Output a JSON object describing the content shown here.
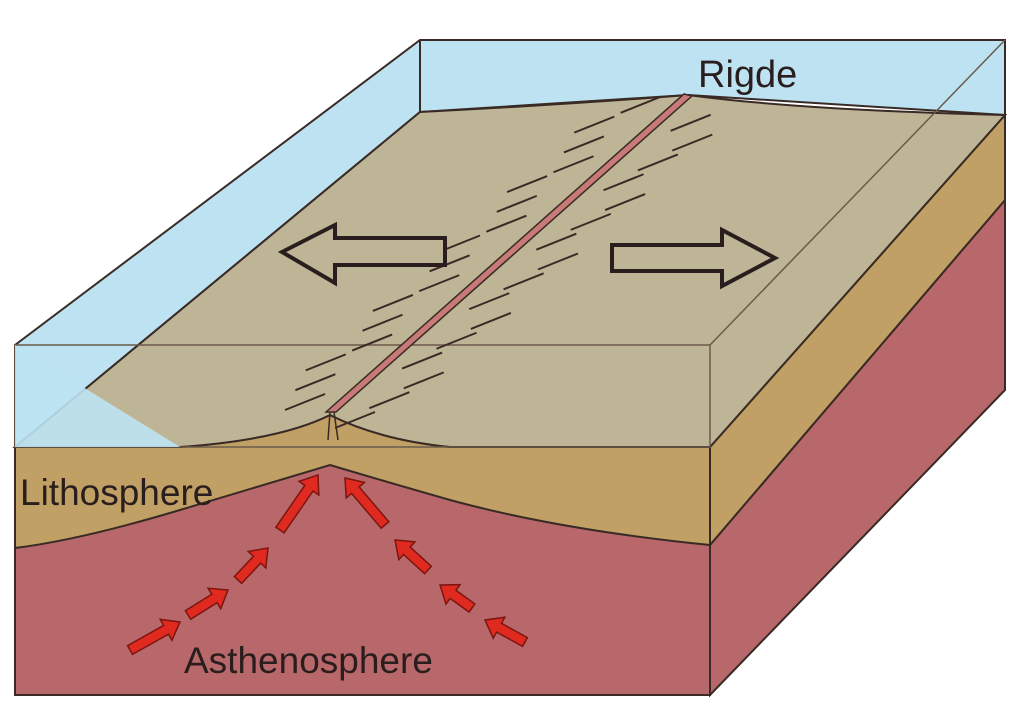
{
  "labels": {
    "ridge": "Rigde",
    "lithosphere": "Lithosphere",
    "asthenosphere": "Asthenosphere"
  },
  "colors": {
    "water": "#bde3f3",
    "crust_top": "#beb596",
    "lithosphere": "#c0a064",
    "asthenosphere": "#b8686a",
    "magma_arrow": "#e02a20",
    "outline": "#3a2a25"
  }
}
